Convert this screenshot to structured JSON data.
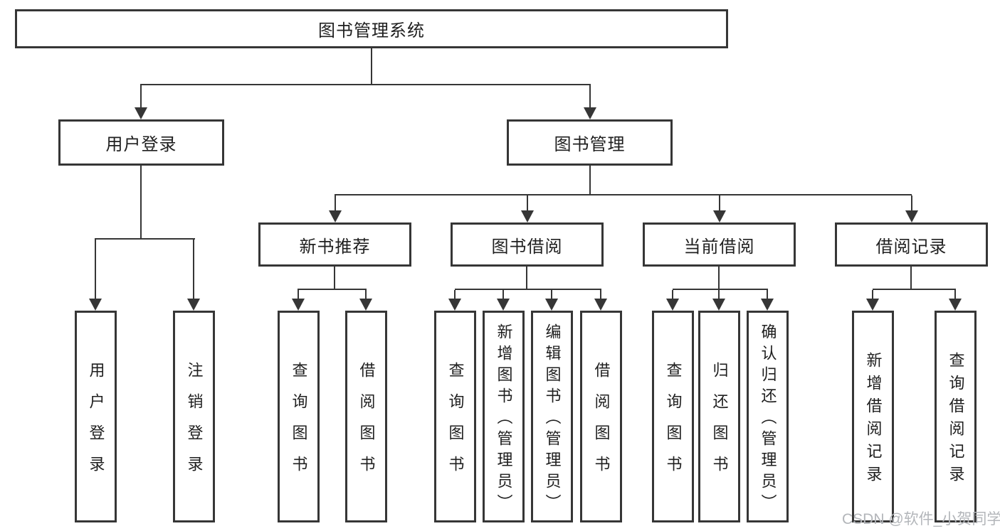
{
  "diagram": {
    "root_label": "图书管理系统",
    "branches": [
      {
        "label": "用户登录",
        "children": [
          "用户登录",
          "注销登录"
        ]
      },
      {
        "label": "图书管理",
        "sub": [
          {
            "label": "新书推荐",
            "children": [
              "查询图书",
              "借阅图书"
            ]
          },
          {
            "label": "图书借阅",
            "children": [
              "查询图书",
              "新增图书（管理员）",
              "编辑图书（管理员）",
              "借阅图书"
            ]
          },
          {
            "label": "当前借阅",
            "children": [
              "查询图书",
              "归还图书",
              "确认归还（管理员）"
            ]
          },
          {
            "label": "借阅记录",
            "children": [
              "新增借阅记录",
              "查询借阅记录"
            ]
          }
        ]
      }
    ]
  },
  "watermark": {
    "text": "CSDN @软件_小贺同学"
  },
  "colors": {
    "line": "#363636",
    "text": "#1f1f1f",
    "watermark": "#b3b6ba",
    "background": "#ffffff"
  }
}
